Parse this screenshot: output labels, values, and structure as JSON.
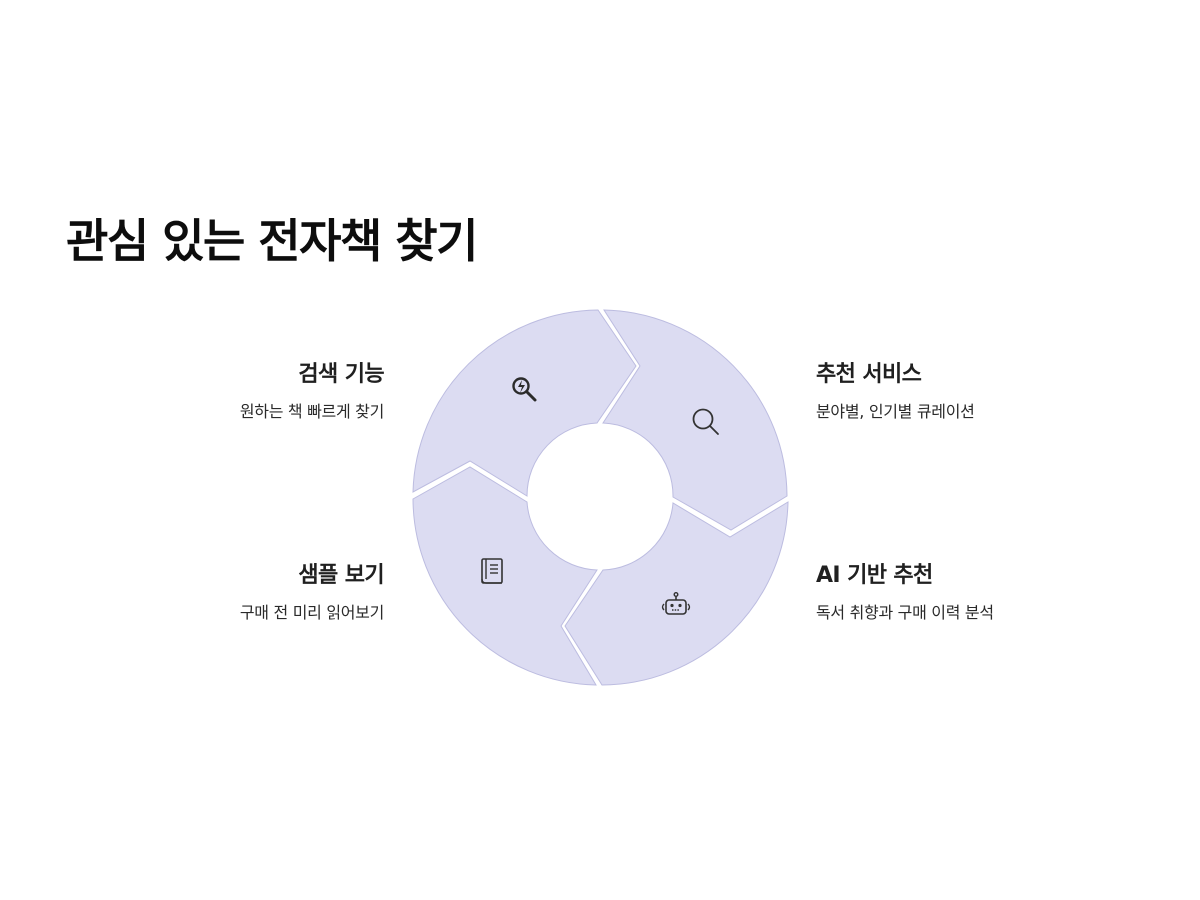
{
  "title": "관심 있는 전자책 찾기",
  "colors": {
    "segment_fill": "#dcdcf2",
    "segment_stroke": "#bcbce0",
    "icon": "#333333",
    "background": "#ffffff"
  },
  "steps": [
    {
      "id": "search",
      "title": "검색 기능",
      "description": "원하는 책 빠르게 찾기",
      "icon": "magnifier-bolt-icon"
    },
    {
      "id": "recommend",
      "title": "추천 서비스",
      "description": "분야별, 인기별 큐레이션",
      "icon": "search-icon"
    },
    {
      "id": "ai",
      "title": "AI 기반 추천",
      "description": "독서 취향과 구매 이력 분석",
      "icon": "robot-icon"
    },
    {
      "id": "sample",
      "title": "샘플 보기",
      "description": "구매 전 미리 읽어보기",
      "icon": "book-icon"
    }
  ]
}
